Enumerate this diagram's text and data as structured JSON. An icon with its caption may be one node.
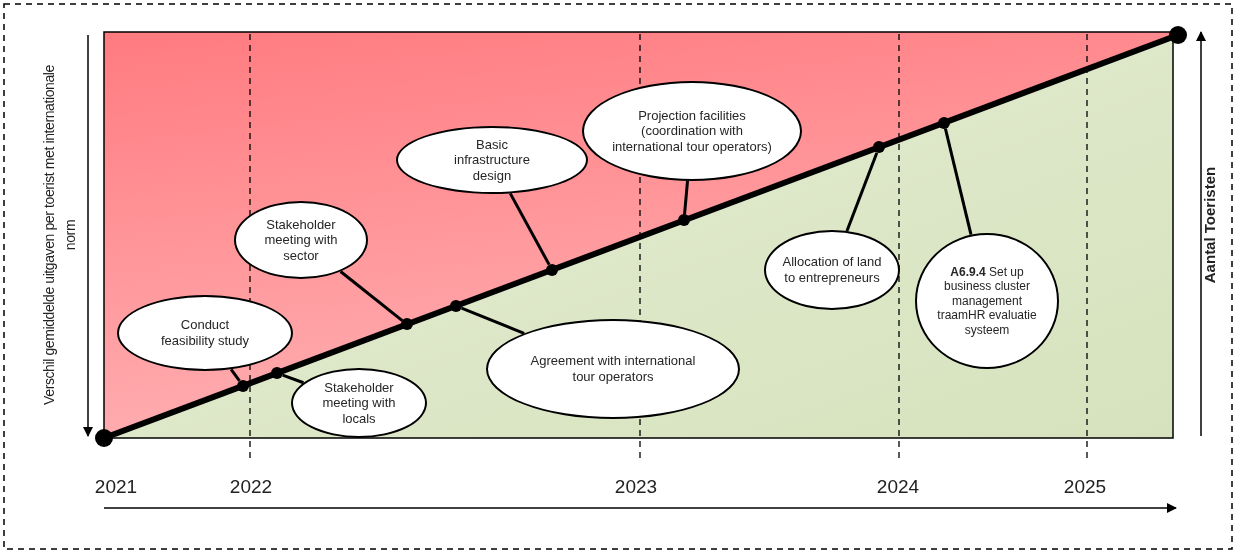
{
  "diagram": {
    "nodes": [
      {
        "text": [
          "Conduct feasibility study"
        ]
      },
      {
        "text": [
          "Stakeholder meeting with sector"
        ]
      },
      {
        "text": [
          "Stakeholder meeting with locals"
        ]
      },
      {
        "text": [
          "Basic infrastructure design"
        ]
      },
      {
        "text": [
          "Agreement with international tour operators"
        ]
      },
      {
        "text": [
          "Projection facilities (coordination with international tour operators)"
        ]
      },
      {
        "text": [
          "Allocation of land to entrepreneurs"
        ]
      },
      {
        "text": [
          "**A6.9.4** Set up business cluster management traamHR evaluatie systeem"
        ]
      },
      {
        "text": [],
        "shape": "circle"
      },
      {
        "text": [],
        "shape": "circle"
      },
      {
        "text": [],
        "shape": "circle"
      },
      {
        "text": [],
        "shape": "circle"
      },
      {
        "text": [],
        "shape": "circle"
      },
      {
        "text": [],
        "shape": "circle"
      },
      {
        "text": [],
        "shape": "circle"
      },
      {
        "text": [],
        "shape": "circle"
      }
    ],
    "edges": [
      {
        "from": 0,
        "to": 8,
        "arrow": "none"
      },
      {
        "from": 2,
        "to": 9,
        "arrow": "none"
      },
      {
        "from": 1,
        "to": 10,
        "arrow": "none"
      },
      {
        "from": 4,
        "to": 11,
        "arrow": "none"
      },
      {
        "from": 3,
        "to": 12,
        "arrow": "none"
      },
      {
        "from": 5,
        "to": 13,
        "arrow": "none"
      },
      {
        "from": 6,
        "to": 14,
        "arrow": "none"
      },
      {
        "from": 7,
        "to": 15,
        "arrow": "none"
      }
    ],
    "labels": [
      "Verschil gemiddelde uitgaven per toerist met internationale norm",
      "Aantal Toeristen",
      "2021",
      "2022",
      "2023",
      "2024",
      "2025"
    ]
  }
}
